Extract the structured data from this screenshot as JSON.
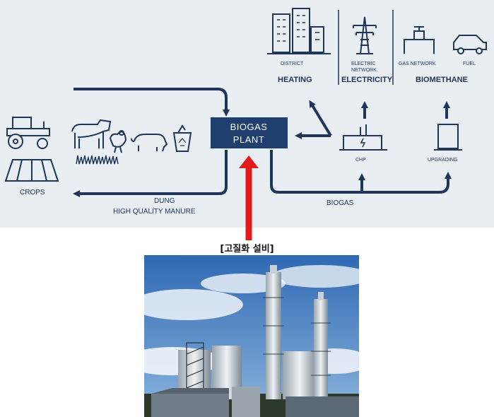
{
  "diagram": {
    "crops": "CROPS",
    "dung": "DUNG",
    "manure": "HIGH QUALITY MANURE",
    "plant_line1": "BIOGAS",
    "plant_line2": "PLANT",
    "biogas": "BIOGAS",
    "chp": "CHP",
    "upgrading": "UPGRADING",
    "district": "DISTRICT",
    "heating": "HEATING",
    "electric1": "ELECTRIC",
    "electric2": "NETWORK",
    "electricity": "ELECTRICITY",
    "gas_network": "GAS NETWORK",
    "fuel": "FUEL",
    "biomethane": "BIOMETHANE"
  },
  "caption": "[고질화 설비]",
  "colors": {
    "navy": "#1f3559",
    "plant_box": "#1f3f6e",
    "panel_bg": "#e9eef3",
    "red_arrow": "#e11b1b",
    "sky": "#4d86c6"
  },
  "icons": [
    "tractor-icon",
    "field-icon",
    "cow-icon",
    "grass-icon",
    "chicken-icon",
    "pig-icon",
    "recycle-bin-icon",
    "district-buildings-icon",
    "pylon-icon",
    "gas-network-icon",
    "car-icon",
    "chp-icon",
    "upgrading-icon"
  ]
}
